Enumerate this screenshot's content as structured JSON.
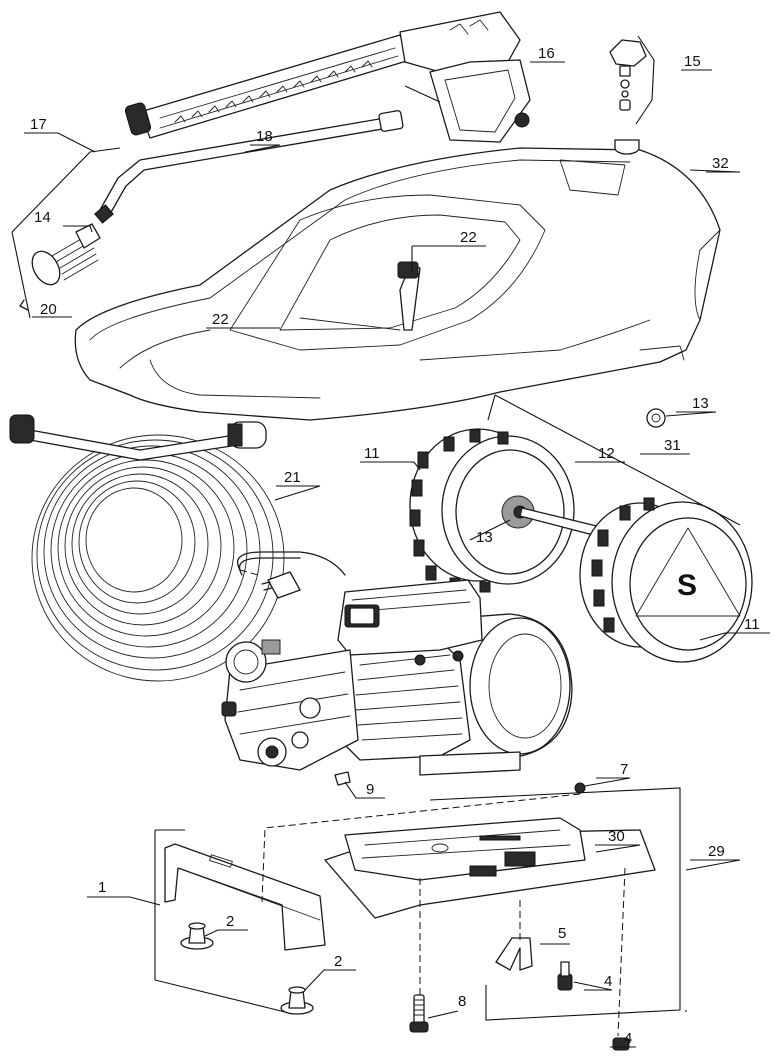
{
  "callouts": {
    "c1": "1",
    "c2a": "2",
    "c2b": "2",
    "c4a": "4",
    "c4b": "4",
    "c5": "5",
    "c7": "7",
    "c8": "8",
    "c9": "9",
    "c11a": "11",
    "c11b": "11",
    "c12": "12",
    "c13a": "13",
    "c13b": "13",
    "c14": "14",
    "c15": "15",
    "c16": "16",
    "c17": "17",
    "c18": "18",
    "c20": "20",
    "c21": "21",
    "c22a": "22",
    "c22b": "22",
    "c29": "29",
    "c30": "30",
    "c31": "31",
    "c32": "32"
  },
  "wheel_logo": "S",
  "colors": {
    "line": "#1a1a1a",
    "background": "#ffffff"
  }
}
